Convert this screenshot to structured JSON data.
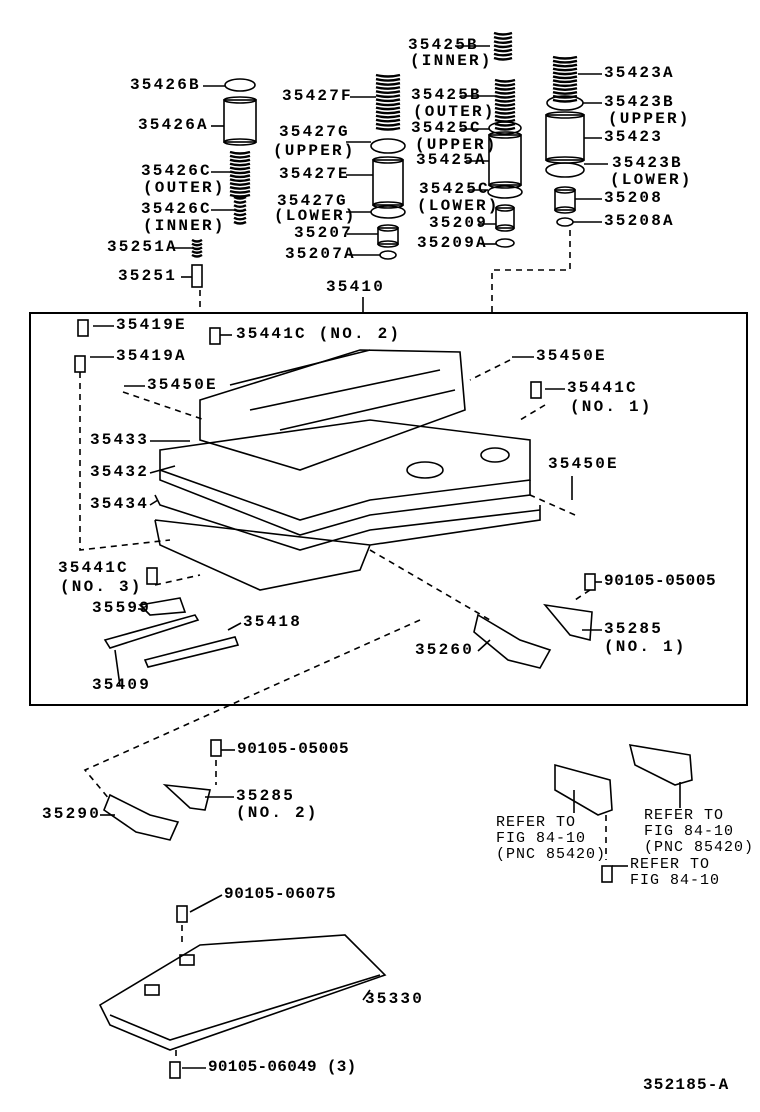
{
  "diagram_number": "352185-A",
  "frame_label": "35410",
  "labels": {
    "p35425B_inner": "35425B",
    "inner1": "(INNER)",
    "p35426B": "35426B",
    "p35427F": "35427F",
    "p35423A": "35423A",
    "p35425B_outer": "35425B",
    "outer1": "(OUTER)",
    "p35423B_upper": "35423B",
    "upper1": "(UPPER)",
    "p35426A": "35426A",
    "p35425C_upper": "35425C",
    "upper2": "(UPPER)",
    "p35427G_upper": "35427G",
    "upper3": "(UPPER)",
    "p35423": "35423",
    "p35425A": "35425A",
    "p35423B_lower": "35423B",
    "lower1": "(LOWER)",
    "p35427E": "35427E",
    "p35426C_outer": "35426C",
    "outer2": "(OUTER)",
    "p35425C_lower": "35425C",
    "lower2": "(LOWER)",
    "p35208": "35208",
    "p35427G_lower": "35427G",
    "lower3": "(LOWER)",
    "p35426C_inner": "35426C",
    "inner2": "(INNER)",
    "p35209": "35209",
    "p35208A": "35208A",
    "p35207": "35207",
    "p35251A": "35251A",
    "p35209A": "35209A",
    "p35207A": "35207A",
    "p35251": "35251",
    "p35419E": "35419E",
    "p35441C_no2": "35441C (NO. 2)",
    "p35419A": "35419A",
    "p35450E_a": "35450E",
    "p35450E_b": "35450E",
    "p35441C_no1": "35441C",
    "no1": "(NO. 1)",
    "p35433": "35433",
    "p35450E_c": "35450E",
    "p35432": "35432",
    "p35434": "35434",
    "p35441C_no3": "35441C",
    "no3": "(NO. 3)",
    "p90105_05005_a": "90105-05005",
    "p35599": "35599",
    "p35418": "35418",
    "p35285_no1": "35285",
    "no1b": "(NO. 1)",
    "p35260": "35260",
    "p35409": "35409",
    "p90105_05005_b": "90105-05005",
    "p35285_no2": "35285",
    "no2": "(NO. 2)",
    "p35290": "35290",
    "refer1_a": "REFER TO",
    "refer1_b": "FIG 84-10",
    "refer1_c": "(PNC 85420)",
    "refer2_a": "REFER TO",
    "refer2_b": "FIG 84-10",
    "refer2_c": "(PNC 85420)",
    "refer3_a": "REFER TO",
    "refer3_b": "FIG 84-10",
    "p90105_06075": "90105-06075",
    "p35330": "35330",
    "p90105_06049": "90105-06049 (3)"
  }
}
